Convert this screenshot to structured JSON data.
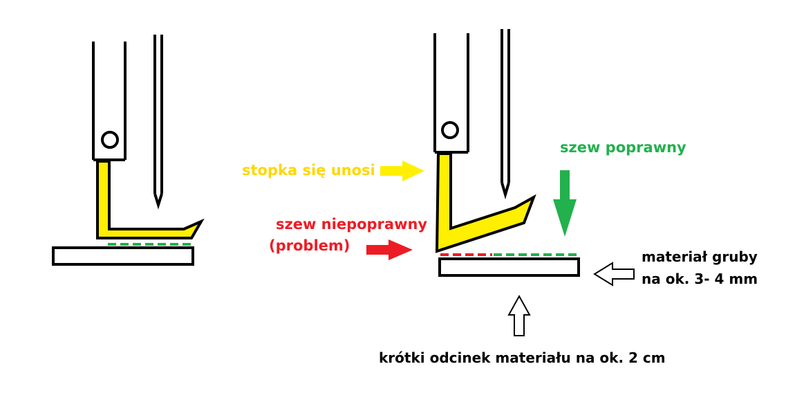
{
  "colors": {
    "outline": "#000000",
    "presser_foot": "#ffef00",
    "correct": "#22b14c",
    "incorrect": "#ed1c24",
    "background": "#ffffff"
  },
  "labels": {
    "foot_lifts": "stopka się unosi",
    "correct_seam": "szew poprawny",
    "incorrect_seam": "szew niepoprawny",
    "problem": "(problem)",
    "thick_material_1": "materiał gruby",
    "thick_material_2": "na ok. 3- 4 mm",
    "short_piece": "krótki odcinek materiału na ok. 2 cm"
  },
  "icons": {
    "foot_lifts_arrow": "arrow-right-icon",
    "correct_seam_arrow": "arrow-down-icon",
    "incorrect_seam_arrow": "arrow-right-icon",
    "thick_material_arrow": "arrow-left-outline-icon",
    "short_piece_arrow": "arrow-up-outline-icon"
  }
}
